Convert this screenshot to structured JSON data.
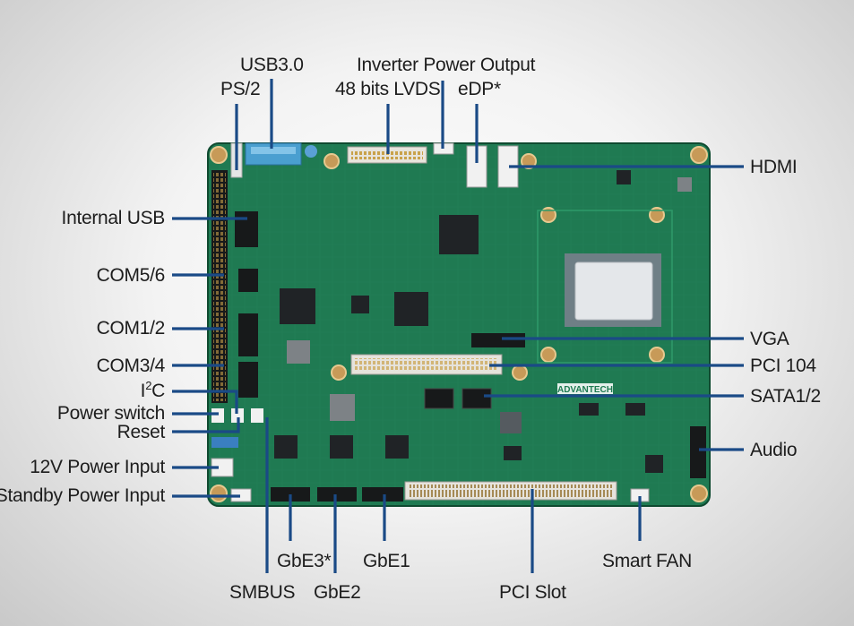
{
  "colors": {
    "board": "#1f7a52",
    "board_dark": "#165f3f",
    "leader": "#1a4a86",
    "label": "#1d1d1d"
  },
  "brand_mark": "ADVANTECH",
  "labels": {
    "usb30": "USB3.0",
    "ps2": "PS/2",
    "inverter": "Inverter Power Output",
    "lvds": "48 bits LVDS",
    "edp": "eDP*",
    "hdmi": "HDMI",
    "internal_usb": "Internal USB",
    "com56": "COM5/6",
    "com12": "COM1/2",
    "com34": "COM3/4",
    "i2c_prefix": "I",
    "i2c_sup": "2",
    "i2c_suffix": "C",
    "vga": "VGA",
    "pci104": "PCI 104",
    "sata": "SATA1/2",
    "power_switch": "Power switch",
    "reset": "Reset",
    "audio": "Audio",
    "power12v": "12V Power Input",
    "standby": "Standby Power Input",
    "gbe3": "GbE3*",
    "gbe1": "GbE1",
    "smart_fan": "Smart FAN",
    "smbus": "SMBUS",
    "gbe2": "GbE2",
    "pci_slot": "PCI Slot"
  }
}
